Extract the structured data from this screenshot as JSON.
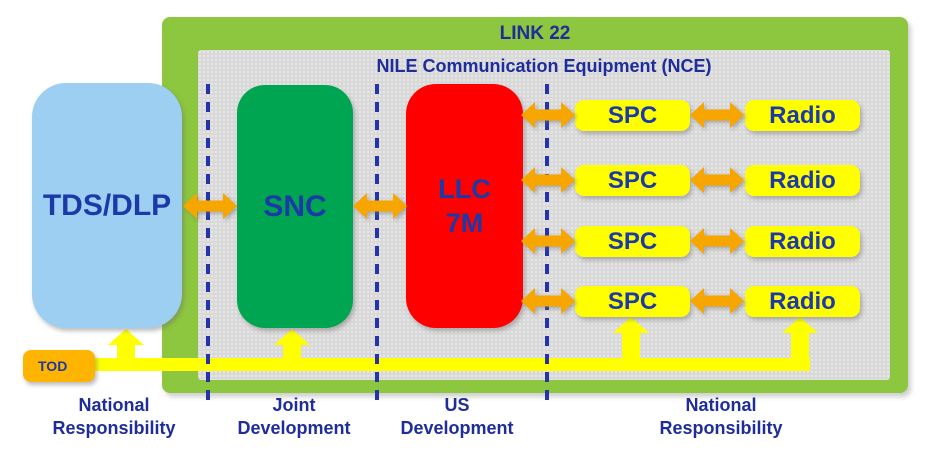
{
  "title": "LINK 22",
  "nce_title": "NILE Communication Equipment (NCE)",
  "nodes": {
    "tds_label": "TDS/DLP",
    "snc_label": "SNC",
    "llc_label_line1": "LLC",
    "llc_label_line2": "7M",
    "tod_label": "TOD"
  },
  "rows": [
    {
      "spc": "SPC",
      "radio": "Radio"
    },
    {
      "spc": "SPC",
      "radio": "Radio"
    },
    {
      "spc": "SPC",
      "radio": "Radio"
    },
    {
      "spc": "SPC",
      "radio": "Radio"
    }
  ],
  "footer": [
    {
      "line1": "National",
      "line2": "Responsibility"
    },
    {
      "line1": "Joint",
      "line2": "Development"
    },
    {
      "line1": "US",
      "line2": "Development"
    },
    {
      "line1": "National",
      "line2": "Responsibility"
    }
  ],
  "colors": {
    "outer_green": "#8DC63F",
    "nce_gray": "#D9D9D9",
    "tds_blue": "#9DCFF2",
    "snc_green": "#00A551",
    "llc_red": "#FF0000",
    "component_yellow": "#FFFF00",
    "arrow_orange": "#F7A600",
    "tod_orange": "#FFB400",
    "line_yellow": "#FFFF00",
    "dash_blue": "#2433A8",
    "text_navy": "#1F2D9B",
    "label_blue": "#1C39A8"
  }
}
